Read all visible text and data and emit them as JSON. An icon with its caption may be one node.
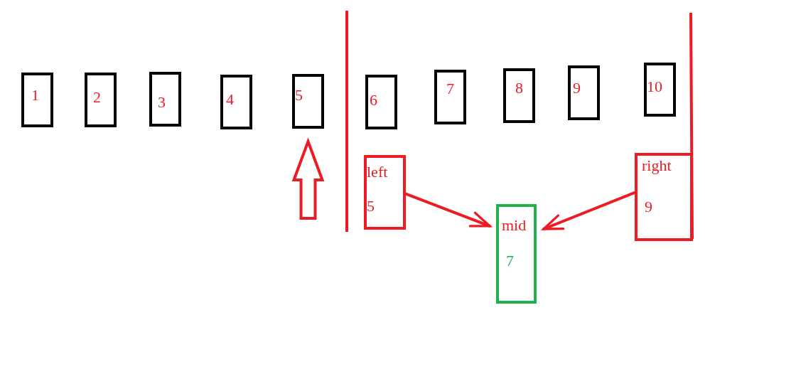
{
  "diagram": {
    "nodes": [
      {
        "text": [
          "1"
        ]
      },
      {
        "text": [
          "2"
        ]
      },
      {
        "text": [
          "3"
        ]
      },
      {
        "text": [
          "4"
        ]
      },
      {
        "text": [
          "5"
        ]
      },
      {
        "text": [
          "6"
        ]
      },
      {
        "text": [
          "7"
        ]
      },
      {
        "text": [
          "8"
        ]
      },
      {
        "text": [
          "9"
        ]
      },
      {
        "text": [
          "10"
        ]
      },
      {
        "text": [
          "left",
          "5"
        ]
      },
      {
        "text": [
          "mid",
          "7"
        ]
      },
      {
        "text": [
          "right",
          "9"
        ]
      }
    ],
    "edges": [
      {
        "from": null,
        "to": 4,
        "arrow": "to",
        "style": "thick"
      },
      {
        "from": 10,
        "to": 11,
        "arrow": "to"
      },
      {
        "from": 12,
        "to": 11,
        "arrow": "to"
      }
    ]
  }
}
